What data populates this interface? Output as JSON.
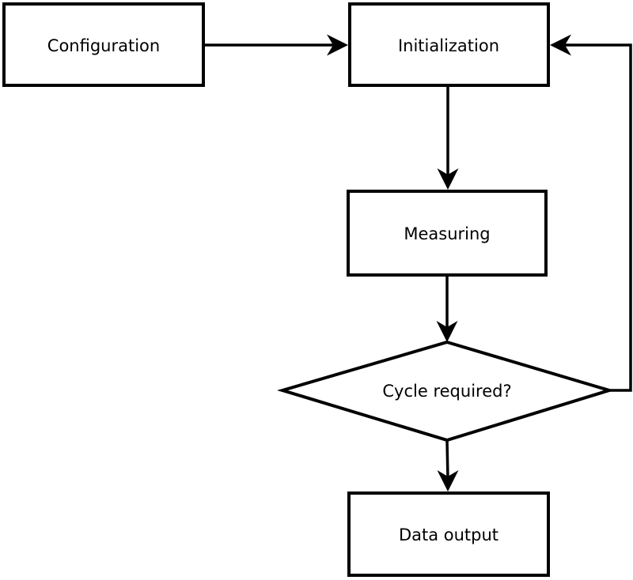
{
  "diagram": {
    "type": "flowchart",
    "colors": {
      "background": "#ffffff",
      "stroke": "#000000",
      "node_fill": "#ffffff",
      "text": "#000000"
    },
    "nodes": [
      {
        "id": "configuration",
        "label": "Configuration",
        "shape": "rectangle"
      },
      {
        "id": "initialization",
        "label": "Initialization",
        "shape": "rectangle"
      },
      {
        "id": "measuring",
        "label": "Measuring",
        "shape": "rectangle"
      },
      {
        "id": "cycle-required",
        "label": "Cycle required?",
        "shape": "diamond"
      },
      {
        "id": "data-output",
        "label": "Data output",
        "shape": "rectangle"
      }
    ],
    "edges": [
      {
        "from": "configuration",
        "to": "initialization",
        "path": "horizontal-right"
      },
      {
        "from": "initialization",
        "to": "measuring",
        "path": "vertical-down"
      },
      {
        "from": "measuring",
        "to": "cycle-required",
        "path": "vertical-down"
      },
      {
        "from": "cycle-required",
        "to": "data-output",
        "path": "vertical-down"
      },
      {
        "from": "cycle-required",
        "to": "initialization",
        "path": "feedback-right-up-left"
      }
    ]
  }
}
